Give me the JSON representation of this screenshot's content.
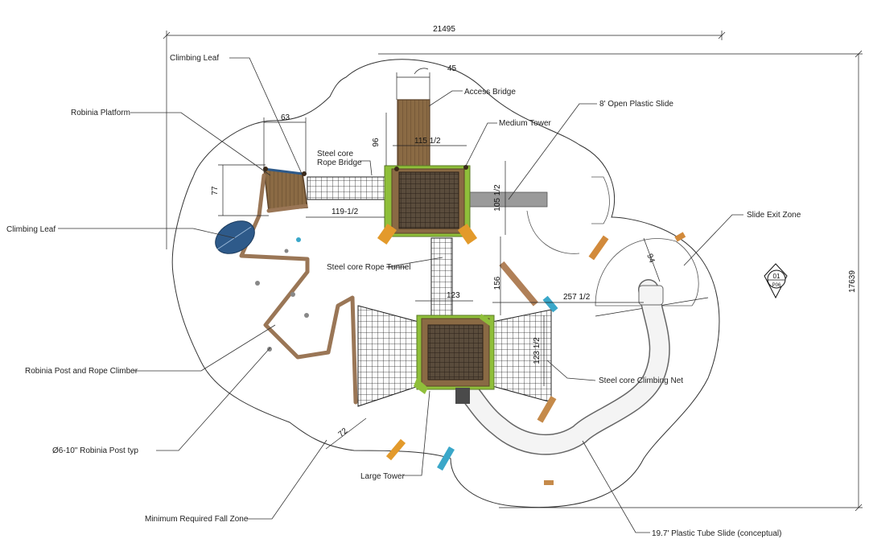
{
  "dimensions": {
    "overall_width": "21495",
    "overall_height": "17639",
    "access_bridge_width": "45",
    "platform_width": "63",
    "platform_depth": "77",
    "access_bridge_length": "96",
    "medium_tower_x": "115 1/2",
    "rope_bridge_span": "119-1/2",
    "medium_tower_y": "105 1/2",
    "rope_tunnel_length": "156",
    "rope_tunnel_offset": "123",
    "net_span": "257 1/2",
    "large_tower_y": "123 1/2",
    "slide_exit": "94",
    "fall_zone": "72"
  },
  "labels": {
    "climbing_leaf_top": "Climbing Leaf",
    "robinia_platform": "Robinia Platform",
    "access_bridge": "Access Bridge",
    "medium_tower": "Medium Tower",
    "open_slide": "8' Open Plastic Slide",
    "rope_bridge_line1": "Steel core",
    "rope_bridge_line2": "Rope Bridge",
    "climbing_leaf_left": "Climbing Leaf",
    "slide_exit_zone": "Slide Exit Zone",
    "rope_tunnel": "Steel core Rope Tunnel",
    "robinia_post_climber": "Robinia Post and Rope Climber",
    "climbing_net": "Steel core Climbing Net",
    "robinia_post": "Ø6-10\" Robinia Post typ",
    "large_tower": "Large Tower",
    "fall_zone": "Minimum Required Fall Zone",
    "tube_slide": "19.7' Plastic Tube Slide (conceptual)"
  },
  "north_marker": {
    "number": "01",
    "sheet": "P06"
  },
  "colors": {
    "wood": "#8a6a44",
    "wood_dark": "#5a4128",
    "tower_green": "#8fbf3a",
    "tower_orange": "#e39a2b",
    "leaf_blue": "#2e5a8a",
    "slide_gray": "#9a9a9a",
    "post_blue": "#3aa7c9"
  }
}
